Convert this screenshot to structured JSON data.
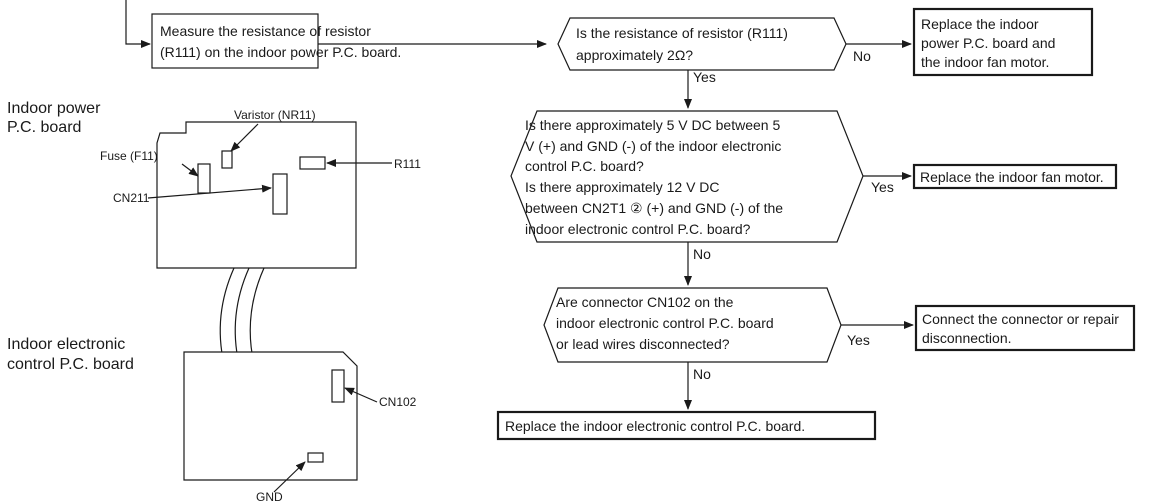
{
  "flow": {
    "measure_step": [
      "Measure the resistance of resistor",
      "(R111) on the indoor power P.C. board."
    ],
    "q_resistance": [
      "Is the resistance of resistor (R111)",
      "approximately 2Ω?"
    ],
    "replace_board_motor": [
      "Replace the indoor",
      "power P.C. board and",
      "the indoor fan motor."
    ],
    "q_voltage": [
      "Is there approximately 5 V DC between 5",
      "V (+) and GND (-) of the indoor electronic",
      "control P.C. board?",
      "Is there approximately 12 V DC",
      "between CN2T1 ② (+) and GND (-) of the",
      "indoor electronic control P.C. board?"
    ],
    "replace_fan_motor": "Replace the indoor fan motor.",
    "q_connector": [
      "Are connector CN102 on the",
      "indoor electronic control P.C. board",
      "or lead wires disconnected?"
    ],
    "connect_repair": [
      "Connect the connector or repair",
      "disconnection."
    ],
    "replace_control_board": "Replace the indoor electronic control P.C. board.",
    "yes": "Yes",
    "no": "No"
  },
  "boards": {
    "power_board_title": [
      "Indoor power",
      "P.C. board"
    ],
    "control_board_title": [
      "Indoor electronic",
      "control P.C. board"
    ],
    "varistor": "Varistor (NR11)",
    "fuse": "Fuse (F11)",
    "r111": "R111",
    "cn211": "CN211",
    "cn102": "CN102",
    "gnd": "GND"
  }
}
